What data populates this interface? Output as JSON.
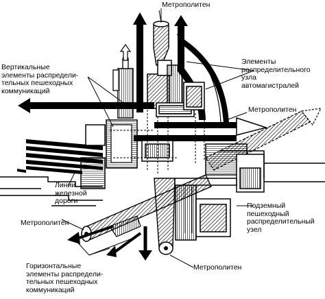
{
  "labels": {
    "metro_top": "Метрополитен",
    "vertical_elements": "Вертикальные\nэлементы распредели-\nтельных пешеходных\nкоммуникаций",
    "highway_node": "Элементы\nраспределительного узла\nавтомагистралей",
    "metro_right": "Метрополитен",
    "railway_lines": "Линии\nжелезной\nдороги",
    "underground_node": "Подземный\nпешеходный\nраспределительный\nузел",
    "metro_left": "Метрополитен",
    "horizontal_elements": "Горизонтальные\nэлементы распредели-\nтельных пешеходных\nкоммуникаций",
    "metro_bottom": "Метрополитен"
  },
  "colors": {
    "ink": "#000000",
    "paper": "#ffffff"
  },
  "icons": [
    "arrow-up-icon",
    "arrow-left-icon",
    "arrow-down-icon",
    "arrow-right-dashed-icon"
  ]
}
